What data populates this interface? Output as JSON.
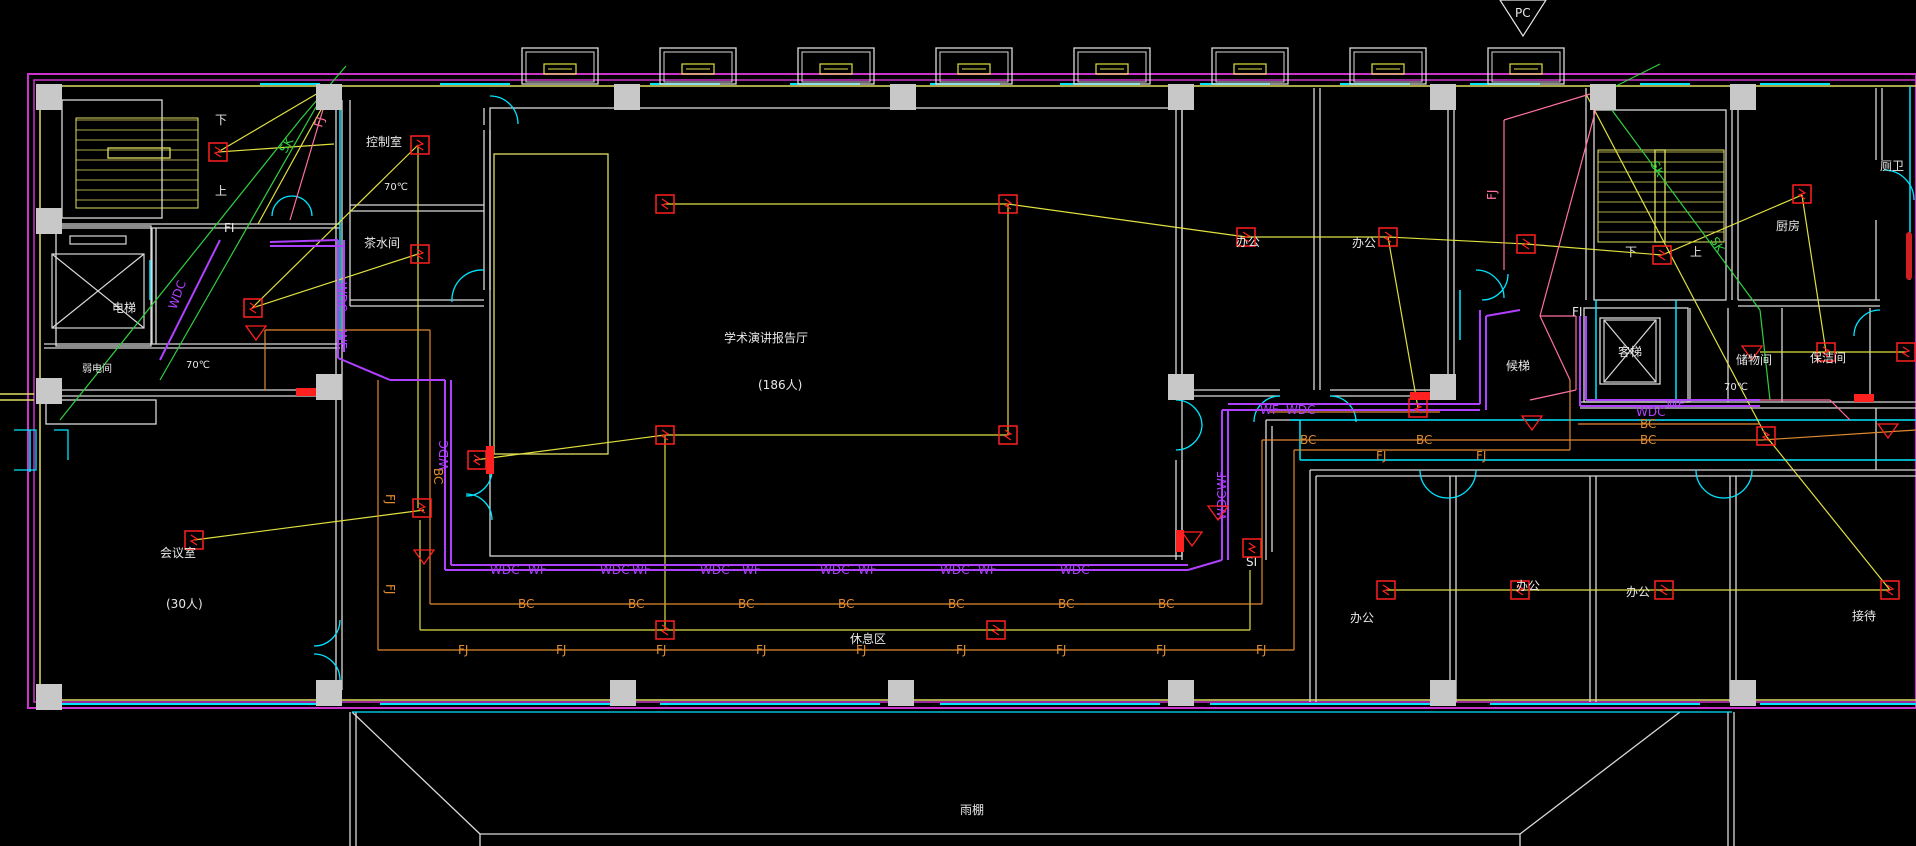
{
  "colors": {
    "background": "#000000",
    "wall": "#d9d9d9",
    "glass": "#00e5ff",
    "facade": "#cc33cc",
    "stair": "#e0e060",
    "wire_yellow": "#e0e040",
    "wire_orange": "#e08a30",
    "wire_purple": "#b040ff",
    "wire_pink": "#ff70a0",
    "wire_green": "#30d040",
    "device": "#ff2020",
    "column": "#c8c8c8"
  },
  "rooms": {
    "control_room": "控制室",
    "tea_room": "茶水间",
    "elevator_left": "电梯",
    "electric_room": "弱电间",
    "meeting_room": "会议室",
    "meeting_capacity": "(30人)",
    "lecture_hall": "学术演讲报告厅",
    "hall_capacity": "(186人)",
    "lounge": "休息区",
    "office_1": "办公",
    "office_2": "办公",
    "office_3": "办公",
    "office_4": "办公",
    "office_5": "办公",
    "hall_right": "候梯",
    "elevator_right": "客梯",
    "storage": "储物间",
    "cleaning": "保洁间",
    "kitchen": "厨房",
    "toilet": "厕卫",
    "reception": "接待",
    "canopy": "雨棚"
  },
  "stair_labels": {
    "left_down": "下",
    "left_up": "上",
    "right_down": "下",
    "right_up": "上"
  },
  "temp_labels": {
    "t1": "70℃",
    "t2": "70℃",
    "t3": "70℃"
  },
  "wire_tags": {
    "fj": "FJ",
    "bc": "BC",
    "wdc": "WDC",
    "wf": "WF",
    "pc": "PC",
    "sk": "SK",
    "fi": "FI",
    "si": "SI"
  }
}
